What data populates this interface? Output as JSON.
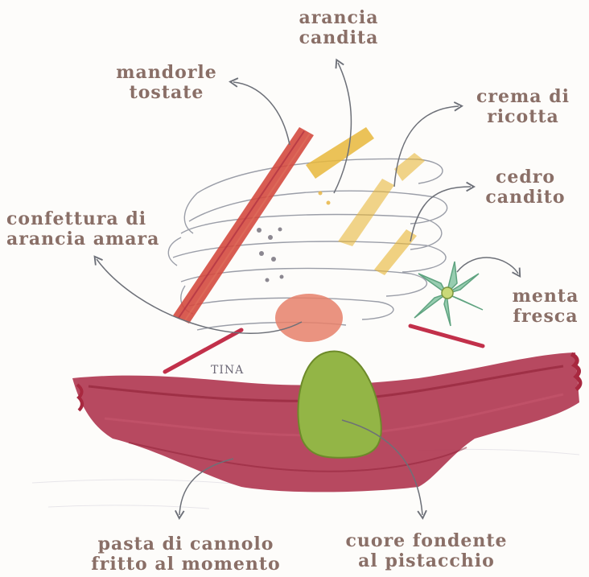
{
  "labels": {
    "arancia_candita": [
      "arancia",
      "candita"
    ],
    "mandorle_tostate": [
      "mandorle",
      "tostate"
    ],
    "crema_di_ricotta": [
      "crema di",
      "ricotta"
    ],
    "cedro_candito": [
      "cedro",
      "candito"
    ],
    "confettura": [
      "confettura di",
      "arancia amara"
    ],
    "menta_fresca": [
      "menta",
      "fresca"
    ],
    "pasta_di_cannolo": [
      "pasta di cannolo",
      "fritto al momento"
    ],
    "cuore_fondente": [
      "cuore fondente",
      "al pistacchio"
    ]
  },
  "signature": "TINA",
  "colors": {
    "label_text": "#8a6f67",
    "arrow": "#6d7078",
    "cannolo_shell": "#a8283f",
    "almond_stick": "#d2463c",
    "candied_orange": "#e7b23a",
    "ricotta_outline": "#8a8e9a",
    "pistachio": "#93b546",
    "orange_jam": "#e6806a",
    "mint": "#6bb88e"
  }
}
